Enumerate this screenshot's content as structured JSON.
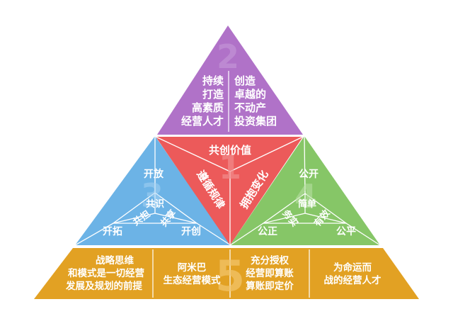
{
  "colors": {
    "purple": "#b072c8",
    "red": "#ec5a5a",
    "blue": "#6cb3e6",
    "green": "#86c667",
    "orange": "#e2a123"
  },
  "top": {
    "number": "2",
    "left_lines": [
      "持续",
      "打造",
      "高素质",
      "经营人才"
    ],
    "right_lines": [
      "创造",
      "卓越的",
      "不动产",
      "投资集团"
    ]
  },
  "center": {
    "number": "1",
    "top_label": "共创价值",
    "left_label": "遵循规律",
    "right_label": "拥抱变化"
  },
  "left": {
    "number": "3",
    "outer_top": "开放",
    "outer_left": "开拓",
    "outer_right": "开创",
    "inner_top": "共识",
    "inner_left": "共担",
    "inner_right": "共享"
  },
  "right": {
    "number": "4",
    "outer_top": "公开",
    "outer_left": "公正",
    "outer_right": "公平",
    "inner_top": "简单",
    "inner_left": "务实",
    "inner_right": "有效"
  },
  "bottom": {
    "number": "5",
    "col1": [
      "战略思维",
      "和模式是一切经营",
      "发展及规划的前提"
    ],
    "col2": [
      "阿米巴",
      "生态经营模式"
    ],
    "col3": [
      "充分授权",
      "经营即算账",
      "算账即定价"
    ],
    "col4": [
      "为命运而",
      "战的经营人才"
    ]
  }
}
